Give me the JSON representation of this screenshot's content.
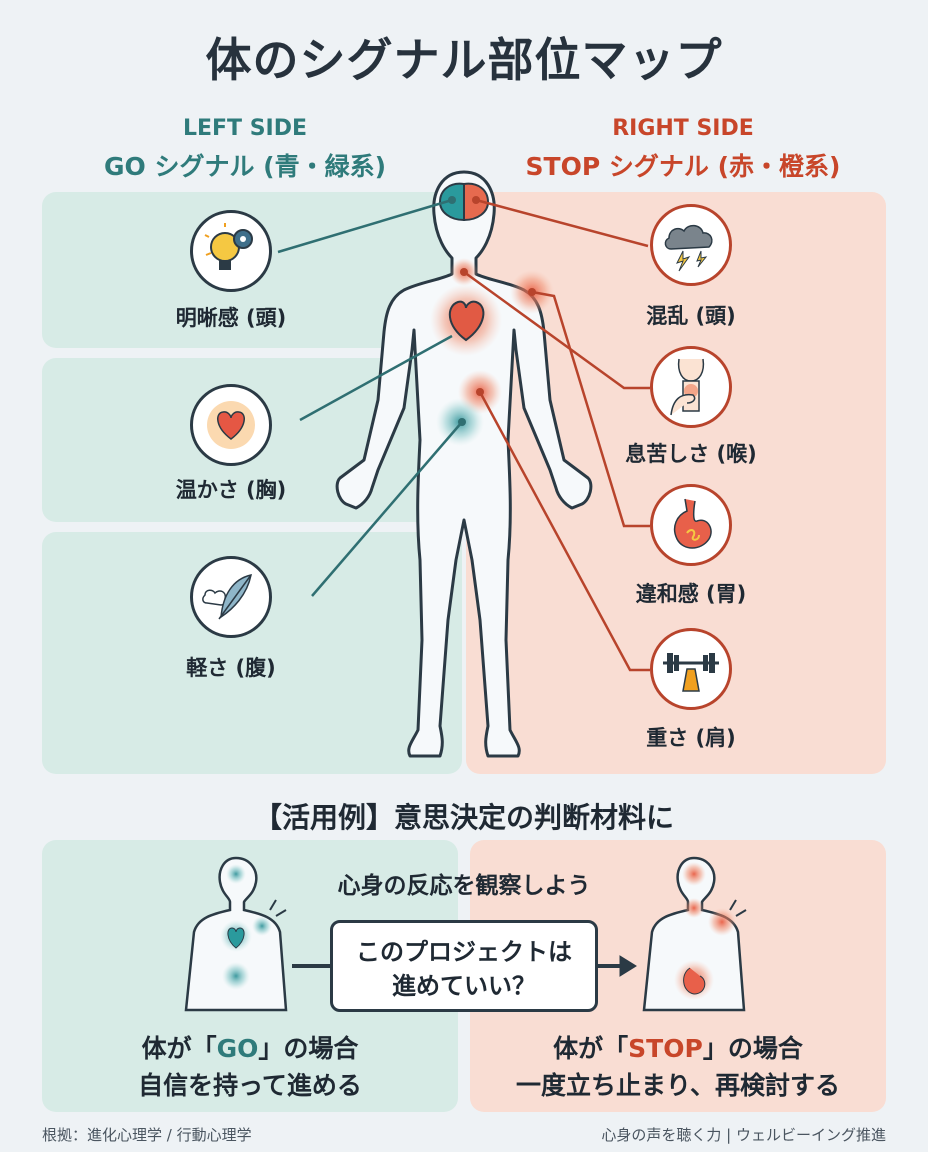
{
  "title": "体のシグナル部位マップ",
  "go_side": {
    "label": "LEFT SIDE",
    "heading": "GO シグナル (青・緑系)",
    "color": "#2f7b7b",
    "items": [
      {
        "label": "明晰感 (頭)",
        "icon": "lightbulb-gear-icon"
      },
      {
        "label": "温かさ (胸)",
        "icon": "glowing-heart-icon"
      },
      {
        "label": "軽さ (腹)",
        "icon": "feather-cloud-icon"
      }
    ]
  },
  "stop_side": {
    "label": "RIGHT SIDE",
    "heading": "STOP シグナル (赤・橙系)",
    "color": "#c8462a",
    "items": [
      {
        "label": "混乱 (頭)",
        "icon": "storm-cloud-icon"
      },
      {
        "label": "息苦しさ (喉)",
        "icon": "throat-hand-icon"
      },
      {
        "label": "違和感 (胃)",
        "icon": "stomach-icon"
      },
      {
        "label": "重さ (肩)",
        "icon": "barbell-weight-icon"
      }
    ]
  },
  "usage": {
    "heading": "【活用例】意思決定の判断材料に",
    "observe": "心身の反応を観察しよう",
    "question_line1": "このプロジェクトは",
    "question_line2": "進めていい？",
    "go_prefix": "体が「",
    "go_word": "GO",
    "go_suffix": "」の場合",
    "go_action": "自信を持って進める",
    "stop_prefix": "体が「",
    "stop_word": "STOP",
    "stop_suffix": "」の場合",
    "stop_action": "一度立ち止まり、再検討する"
  },
  "footer": {
    "left": "根拠：進化心理学 / 行動心理学",
    "right": "心身の声を聴く力 | ウェルビーイング推進"
  }
}
